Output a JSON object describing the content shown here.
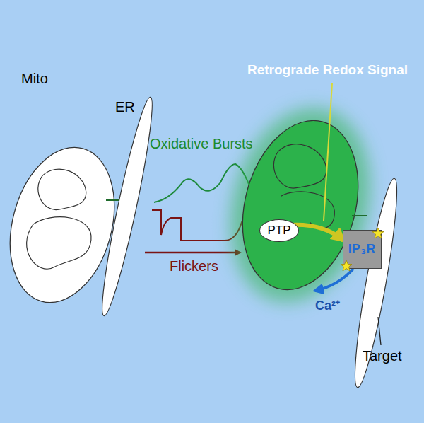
{
  "diagram": {
    "nodes": [
      {
        "text": [
          "PTP"
        ]
      },
      {
        "text": [
          "IP₃R"
        ]
      }
    ],
    "labels": [
      "Mito",
      "ER",
      "Oxidative Bursts",
      "Flickers",
      "Retrograde Redox Signal",
      "Ca²⁺",
      "Target"
    ]
  }
}
